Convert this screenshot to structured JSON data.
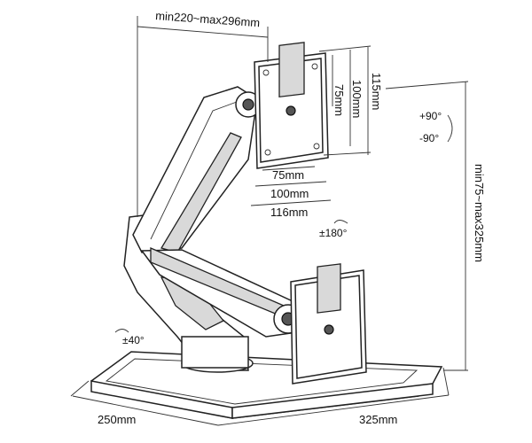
{
  "dimensions": {
    "arm_reach": "min220~max296mm",
    "height_range": "min75~max325mm",
    "vesa_vert_outer": "115mm",
    "vesa_vert_mid": "100mm",
    "vesa_vert_inner": "75mm",
    "vesa_horiz_inner": "75mm",
    "vesa_horiz_mid": "100mm",
    "vesa_horiz_outer": "116mm",
    "base_depth": "250mm",
    "base_width": "325mm"
  },
  "rotations": {
    "tilt_up": "+90°",
    "tilt_down": "-90°",
    "swivel": "±180°",
    "base_swivel": "±40°"
  }
}
